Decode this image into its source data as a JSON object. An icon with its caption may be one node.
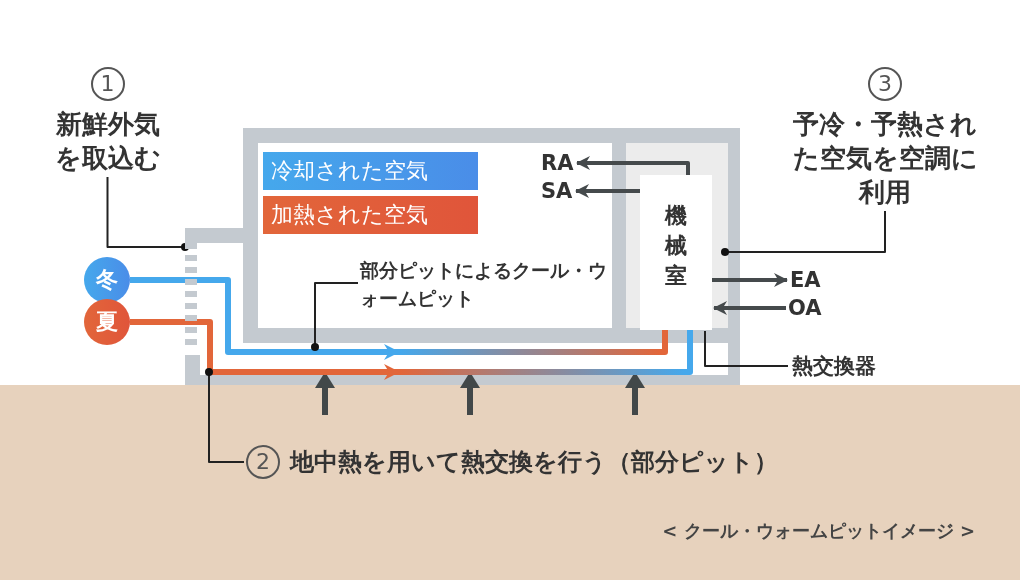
{
  "diagram": {
    "caption": "< クール・ウォームピットイメージ >",
    "nodes": [
      {
        "text": [
          "1",
          "新鮮外気を取込む"
        ]
      },
      {
        "text": [],
        "shape": "bar"
      },
      {
        "text": [
          "冬"
        ]
      },
      {
        "text": [
          "夏"
        ]
      },
      {
        "text": [
          "機械室"
        ]
      },
      {
        "text": [
          "RA"
        ]
      },
      {
        "text": [
          "SA"
        ]
      },
      {
        "text": [
          "EA"
        ]
      },
      {
        "text": [
          "OA"
        ]
      },
      {
        "text": [
          "部分ピットによるクール・ウォームピット"
        ]
      },
      {
        "text": [
          "3",
          "予冷・予熱された空気を空調に利用"
        ]
      },
      {
        "text": [
          "熱交換器"
        ]
      },
      {
        "text": [
          "2",
          "地中熱を用いて熱交換を行う（部分ピット）"
        ]
      }
    ],
    "edges": [
      {
        "from": 0,
        "to": 1,
        "arrow": "other"
      },
      {
        "from": 2,
        "to": 4,
        "arrow": "to",
        "style": "thick",
        "color": "#45a8ec"
      },
      {
        "from": 3,
        "to": 4,
        "arrow": "to",
        "style": "thick",
        "color": "#e2663a"
      },
      {
        "from": 4,
        "to": 5,
        "arrow": "to",
        "style": "thick"
      },
      {
        "from": 4,
        "to": 6,
        "arrow": "to",
        "style": "thick"
      },
      {
        "from": 4,
        "to": 7,
        "arrow": "to",
        "style": "thick"
      },
      {
        "from": 8,
        "to": 4,
        "arrow": "to",
        "style": "thick"
      },
      {
        "from": 9,
        "to": null,
        "arrow": "other"
      },
      {
        "from": 10,
        "to": 4,
        "arrow": "other"
      },
      {
        "from": 11,
        "to": 4,
        "arrow": "none"
      },
      {
        "from": 12,
        "to": null,
        "arrow": "other"
      }
    ],
    "legend": [
      {
        "text": "冷却された空気",
        "color": "#45a8ec"
      },
      {
        "text": "加熱された空気",
        "color": "#e2663a"
      }
    ]
  }
}
